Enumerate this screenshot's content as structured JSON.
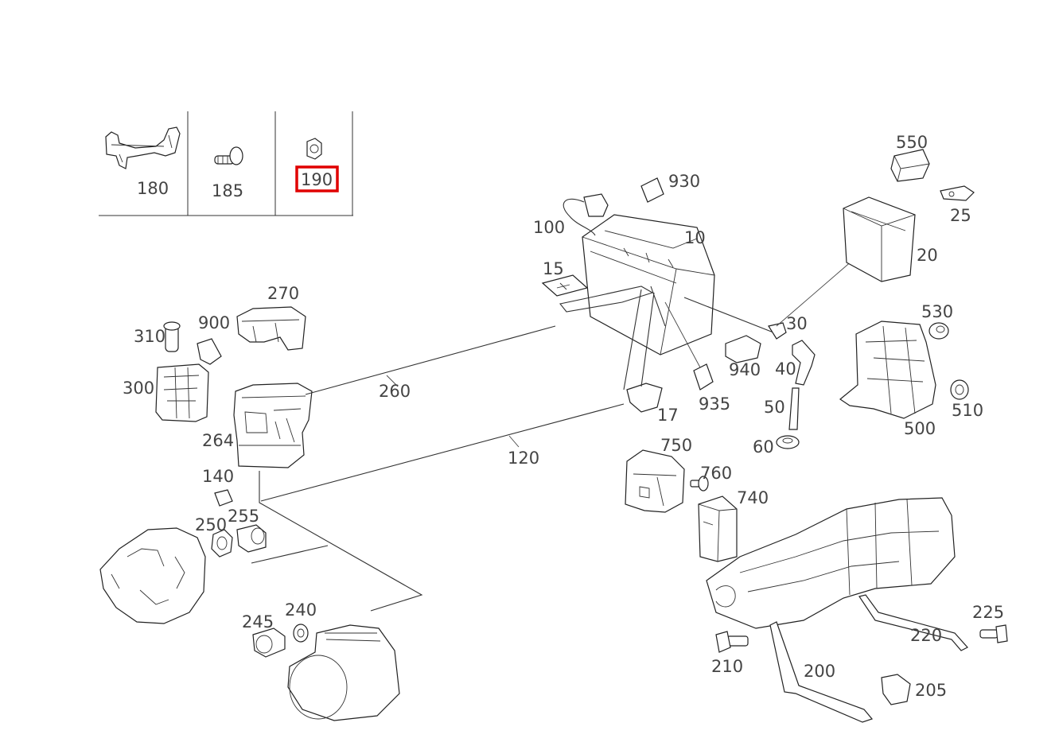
{
  "highlight_color": "#e00000",
  "labels": {
    "p10": "10",
    "p15": "15",
    "p17": "17",
    "p20": "20",
    "p25": "25",
    "p30": "30",
    "p40": "40",
    "p50": "50",
    "p60": "60",
    "p100": "100",
    "p120": "120",
    "p140": "140",
    "p180": "180",
    "p185": "185",
    "p190": "190",
    "p200": "200",
    "p205": "205",
    "p210": "210",
    "p220": "220",
    "p225": "225",
    "p240": "240",
    "p245": "245",
    "p250": "250",
    "p255": "255",
    "p260": "260",
    "p264": "264",
    "p270": "270",
    "p300": "300",
    "p310": "310",
    "p500": "500",
    "p510": "510",
    "p530": "530",
    "p550": "550",
    "p740": "740",
    "p750": "750",
    "p760": "760",
    "p900": "900",
    "p930": "930",
    "p935": "935",
    "p940": "940"
  },
  "selected_part": "190"
}
